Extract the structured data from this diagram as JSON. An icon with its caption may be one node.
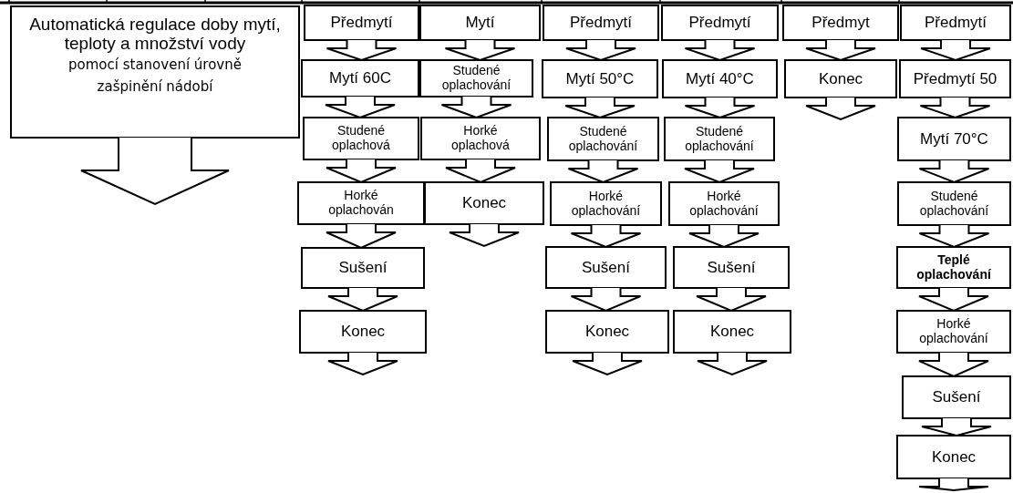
{
  "diagram": {
    "nodes": [
      {
        "text": [
          "Automatická regulace doby mytí, teploty a množství vody",
          "pomocí stanovení úrovně zašpinění nádobí"
        ]
      },
      {
        "text": [
          "Předmytí"
        ]
      },
      {
        "text": [
          "Mytí 60C"
        ]
      },
      {
        "text": [
          "Studené oplachová"
        ]
      },
      {
        "text": [
          "Horké oplachován"
        ]
      },
      {
        "text": [
          "Sušení"
        ]
      },
      {
        "text": [
          "Konec"
        ]
      },
      {
        "text": [
          "Mytí"
        ]
      },
      {
        "text": [
          "Studené oplachování"
        ]
      },
      {
        "text": [
          "Horké oplachová"
        ]
      },
      {
        "text": [
          "Konec"
        ]
      },
      {
        "text": [
          "Předmytí"
        ]
      },
      {
        "text": [
          "Mytí 50°C"
        ]
      },
      {
        "text": [
          "Studené oplachování"
        ]
      },
      {
        "text": [
          "Horké oplachování"
        ]
      },
      {
        "text": [
          "Sušení"
        ]
      },
      {
        "text": [
          "Konec"
        ]
      },
      {
        "text": [
          "Předmytí"
        ]
      },
      {
        "text": [
          "Mytí 40°C"
        ]
      },
      {
        "text": [
          "Studené oplachování"
        ]
      },
      {
        "text": [
          "Horké oplachování"
        ]
      },
      {
        "text": [
          "Sušení"
        ]
      },
      {
        "text": [
          "Konec"
        ]
      },
      {
        "text": [
          "Předmyt"
        ]
      },
      {
        "text": [
          "Konec"
        ]
      },
      {
        "text": [
          "Předmytí"
        ]
      },
      {
        "text": [
          "Předmytí 50"
        ]
      },
      {
        "text": [
          "Mytí 70°C"
        ]
      },
      {
        "text": [
          "Studené oplachování"
        ]
      },
      {
        "text": [
          "Teplé oplachování"
        ]
      },
      {
        "text": [
          "Horké oplachování"
        ]
      },
      {
        "text": [
          "Sušení"
        ]
      },
      {
        "text": [
          "Konec"
        ]
      }
    ],
    "edges": [
      {
        "from": 0,
        "to": null,
        "arrow": "to"
      },
      {
        "from": 1,
        "to": 2,
        "arrow": "to"
      },
      {
        "from": 2,
        "to": 3,
        "arrow": "to"
      },
      {
        "from": 3,
        "to": 4,
        "arrow": "to"
      },
      {
        "from": 4,
        "to": 5,
        "arrow": "to"
      },
      {
        "from": 5,
        "to": 6,
        "arrow": "to"
      },
      {
        "from": 6,
        "to": null,
        "arrow": "to"
      },
      {
        "from": 7,
        "to": 8,
        "arrow": "to"
      },
      {
        "from": 8,
        "to": 9,
        "arrow": "to"
      },
      {
        "from": 9,
        "to": 10,
        "arrow": "to"
      },
      {
        "from": 10,
        "to": null,
        "arrow": "to"
      },
      {
        "from": 11,
        "to": 12,
        "arrow": "to"
      },
      {
        "from": 12,
        "to": 13,
        "arrow": "to"
      },
      {
        "from": 13,
        "to": 14,
        "arrow": "to"
      },
      {
        "from": 14,
        "to": 15,
        "arrow": "to"
      },
      {
        "from": 15,
        "to": 16,
        "arrow": "to"
      },
      {
        "from": 16,
        "to": null,
        "arrow": "to"
      },
      {
        "from": 17,
        "to": 18,
        "arrow": "to"
      },
      {
        "from": 18,
        "to": 19,
        "arrow": "to"
      },
      {
        "from": 19,
        "to": 20,
        "arrow": "to"
      },
      {
        "from": 20,
        "to": 21,
        "arrow": "to"
      },
      {
        "from": 21,
        "to": 22,
        "arrow": "to"
      },
      {
        "from": 22,
        "to": null,
        "arrow": "to"
      },
      {
        "from": 23,
        "to": 24,
        "arrow": "to"
      },
      {
        "from": 24,
        "to": null,
        "arrow": "to"
      },
      {
        "from": 25,
        "to": 26,
        "arrow": "to"
      },
      {
        "from": 26,
        "to": 27,
        "arrow": "to"
      },
      {
        "from": 27,
        "to": 28,
        "arrow": "to"
      },
      {
        "from": 28,
        "to": 29,
        "arrow": "to"
      },
      {
        "from": 29,
        "to": 30,
        "arrow": "to"
      },
      {
        "from": 30,
        "to": 31,
        "arrow": "to"
      },
      {
        "from": 31,
        "to": 32,
        "arrow": "to"
      },
      {
        "from": 32,
        "to": null,
        "arrow": "to"
      }
    ]
  }
}
